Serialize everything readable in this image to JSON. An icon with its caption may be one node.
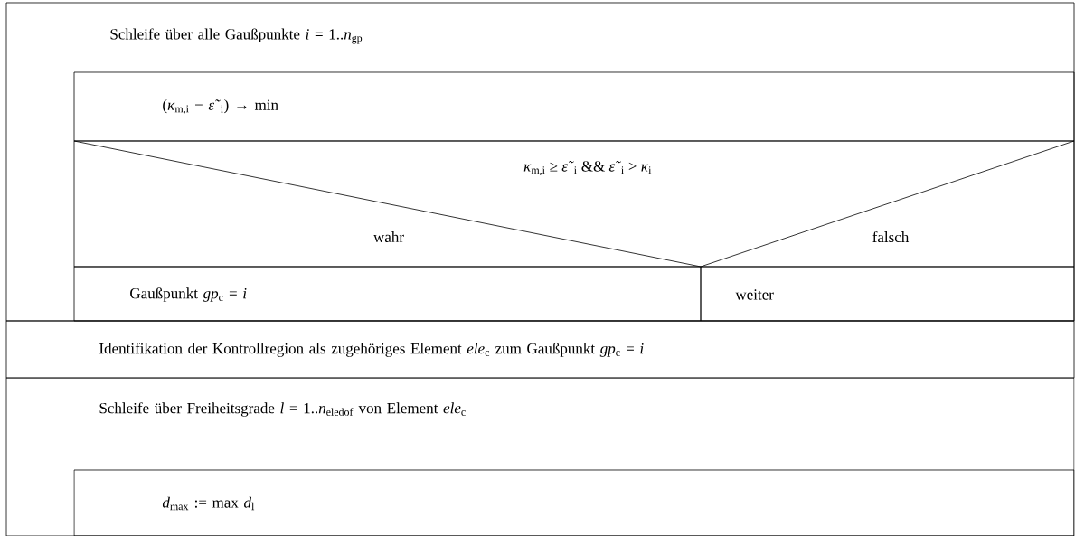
{
  "diagram": {
    "nodes": [
      {
        "text": [
          "Schleife über alle Gaußpunkte *i* = 1..*n*$_{gp}$"
        ]
      },
      {
        "text": [
          "(*κ*$_{m,i}$ − *ε̃*$_{i}$) → min"
        ],
        "in": 0
      },
      {
        "text": [
          "*κ*$_{m,i}$   ≥   *ε̃*$_{i}$   &&   *ε̃*$_{i}$   >   *κ*$_{i}$",
          "wahr",
          "falsch"
        ],
        "in": 0
      },
      {
        "text": [
          "Gaußpunkt *gp*$_{c}$ = *i*"
        ],
        "in": 0
      },
      {
        "text": [
          "weiter"
        ],
        "in": 0
      },
      {
        "text": [
          "Identifikation der Kontrollregion als zugehöriges Element *ele*$_{c}$ zum Gaußpunkt *gp*$_{c}$ = *i*"
        ]
      },
      {
        "text": [
          "Schleife über Freiheitsgrade *l* = 1..*n*$_{eledof}$ von Element *ele*$_{c}$"
        ]
      },
      {
        "text": [
          "*d*$_{max}$ := max *d*$_{l}$"
        ],
        "in": 6
      }
    ]
  }
}
